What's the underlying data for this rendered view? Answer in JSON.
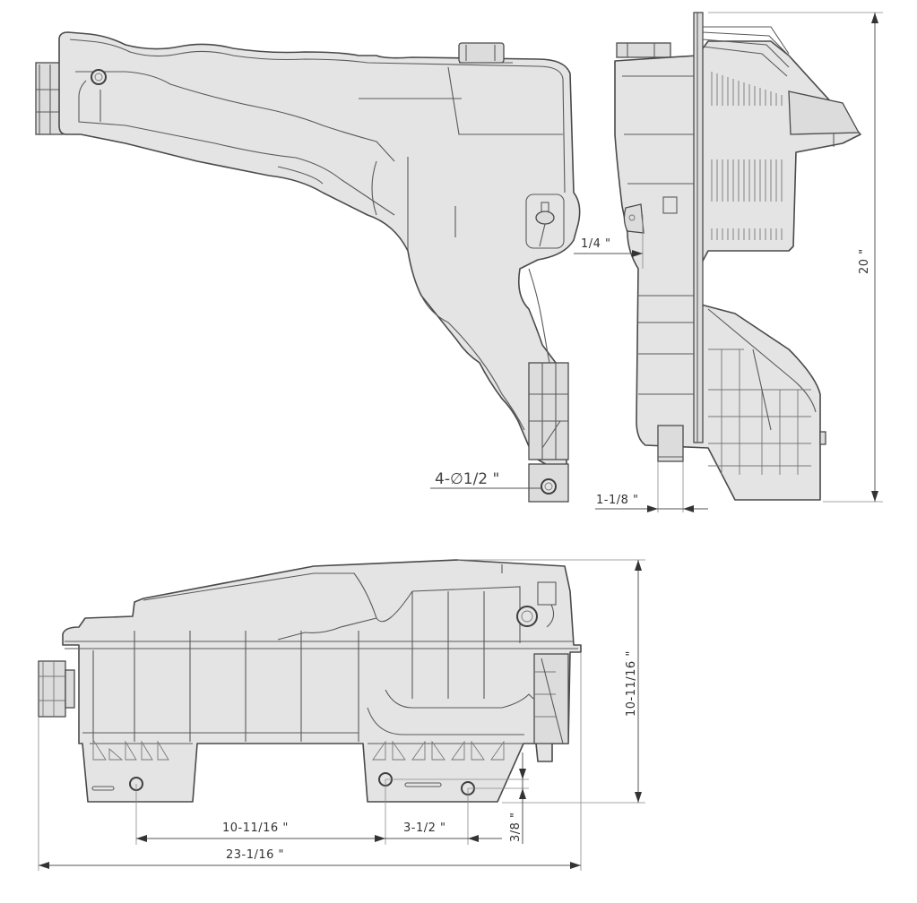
{
  "drawing": {
    "subject": "Coolant expansion tank technical drawing",
    "views": [
      "front-view",
      "side-view",
      "bottom-view"
    ],
    "colors": {
      "part_fill": "#e4e4e4",
      "line": "#4a4a4a",
      "background": "#ffffff"
    }
  },
  "dimensions": {
    "front": {
      "hole_callout": "4-∅1/2 \""
    },
    "side": {
      "offset_top": "1/4 \"",
      "offset_bottom": "1-1/8 \"",
      "overall_height": "20 \""
    },
    "bottom": {
      "overall_height": "10-11/16 \"",
      "hole_spacing_1": "10-11/16 \"",
      "hole_spacing_2": "3-1/2 \"",
      "hole_offset_vertical": "3/8 \"",
      "overall_width": "23-1/16 \""
    }
  }
}
